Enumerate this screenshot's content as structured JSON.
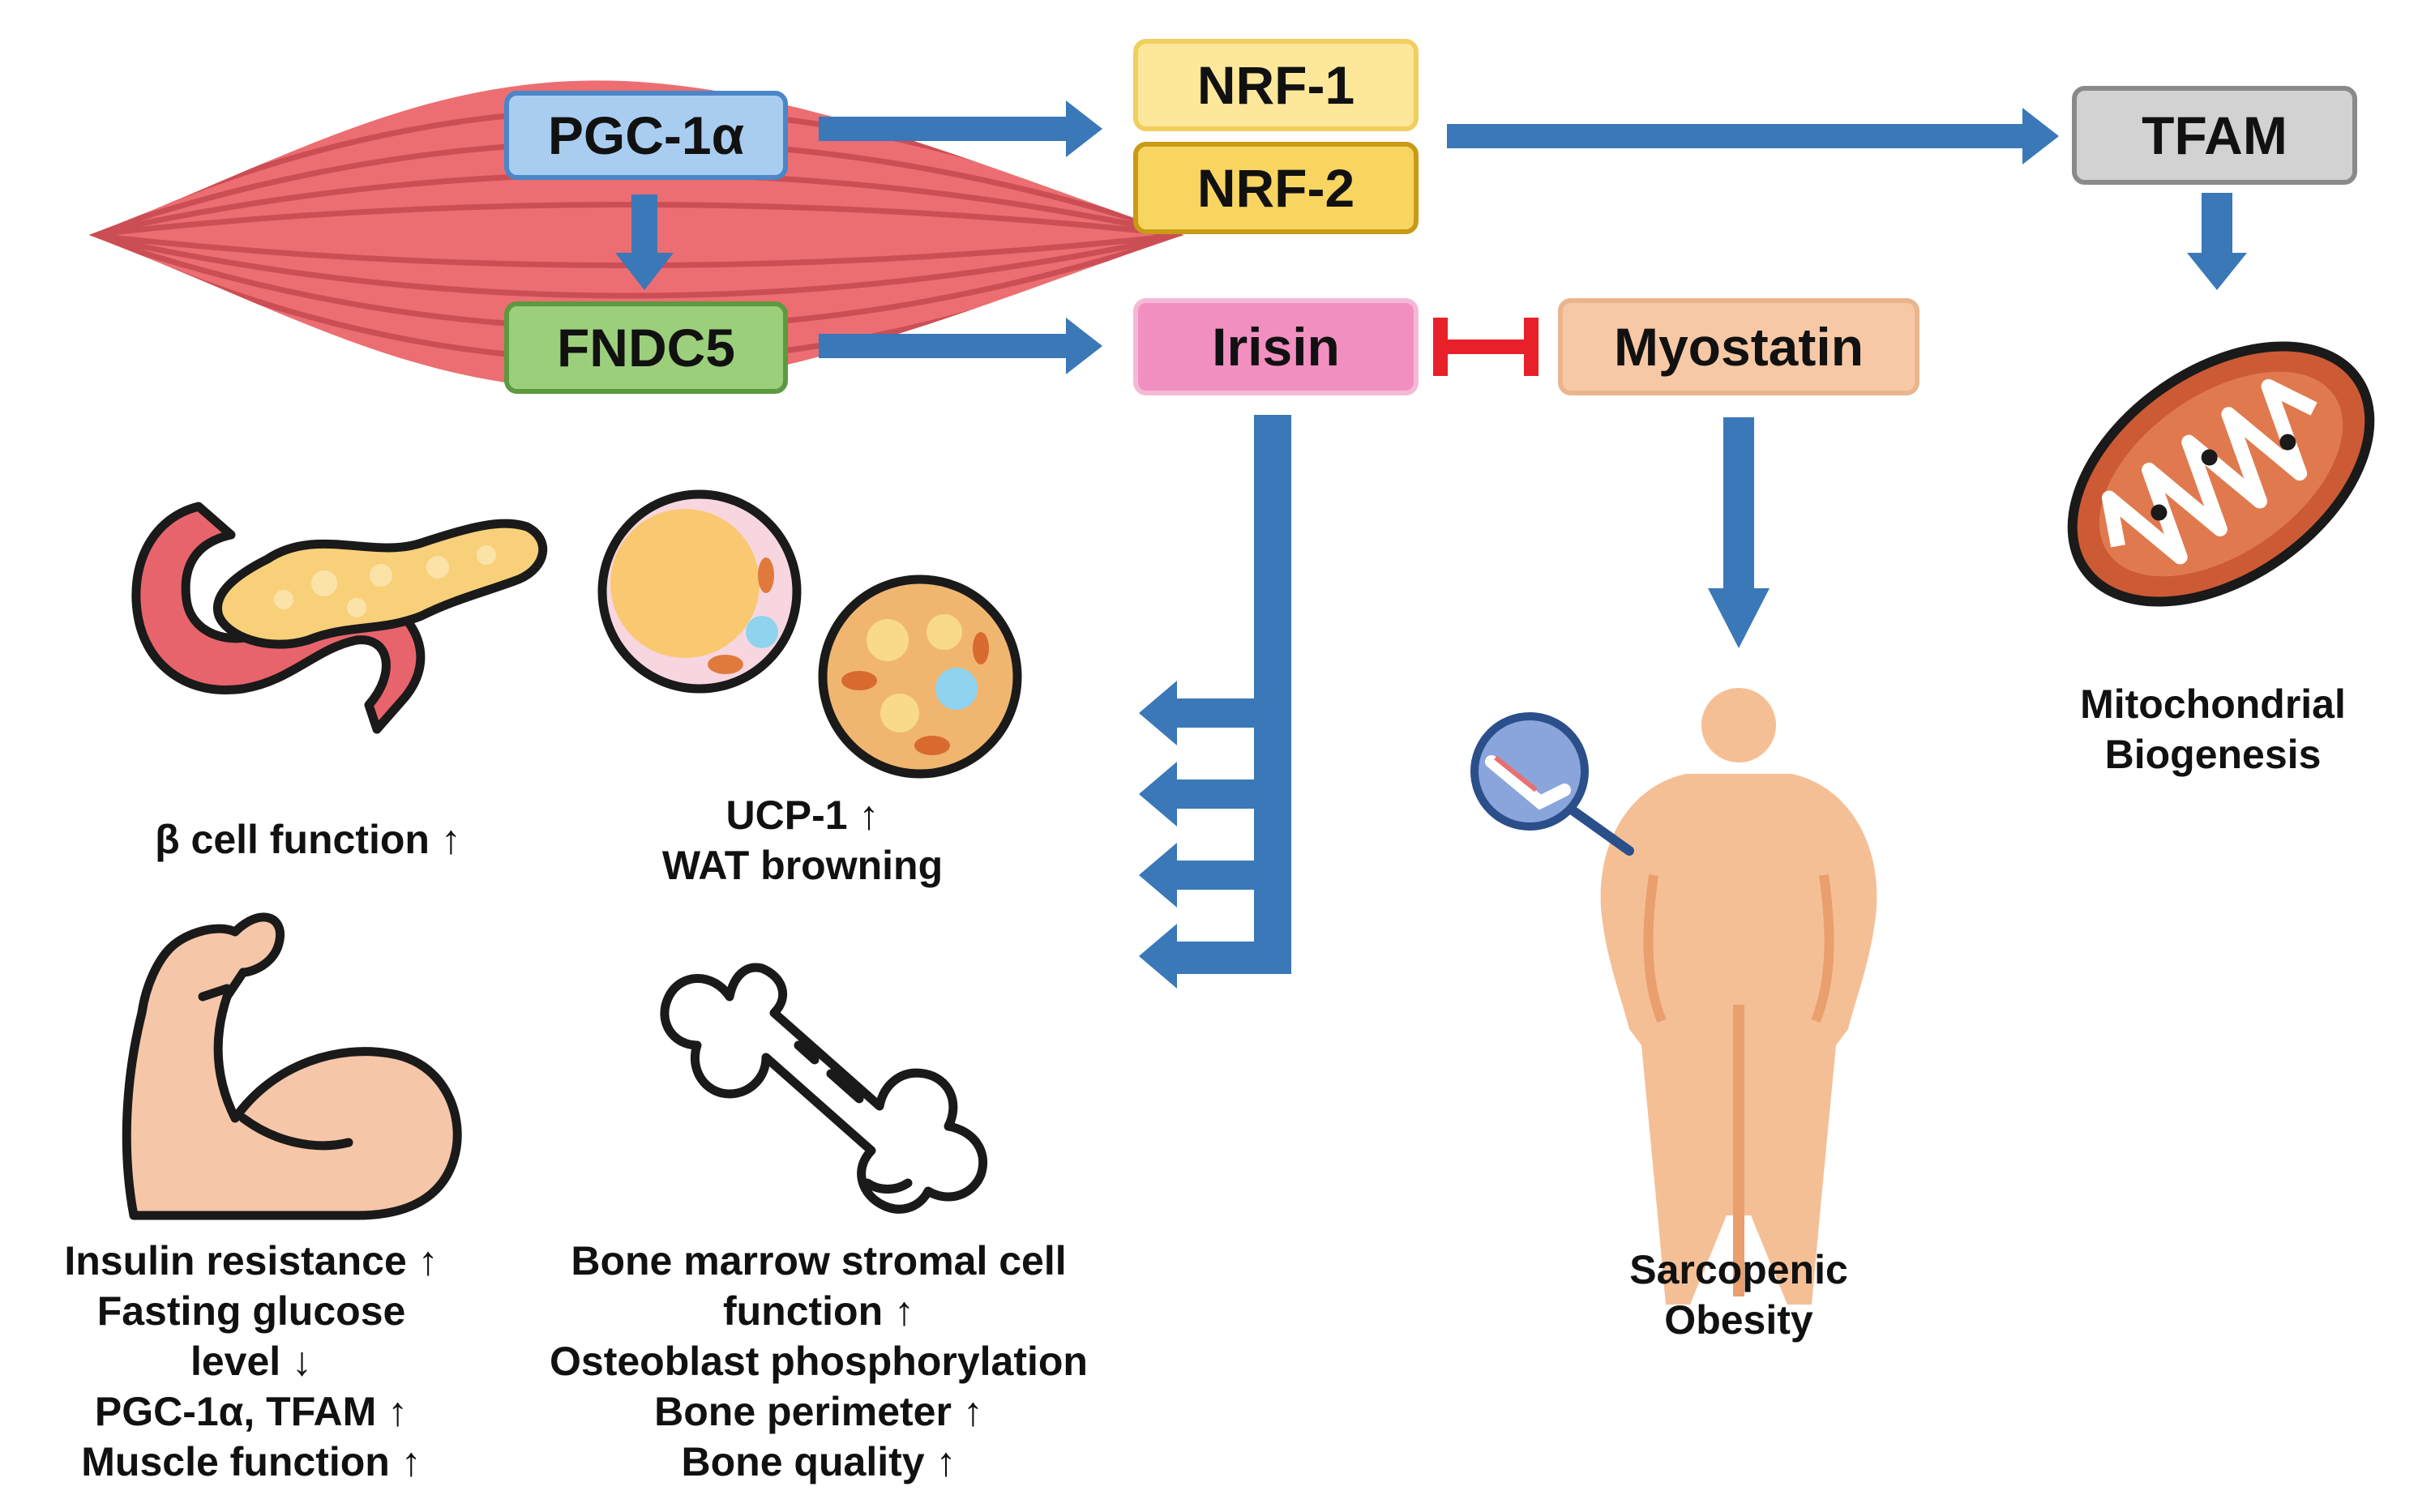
{
  "colors": {
    "arrow": "#3a78b8",
    "inhibit": "#e8202a",
    "muscle": "#ec6e72",
    "muscle_line": "#cc4e55",
    "pgc_fill": "#a9cdf0",
    "pgc_border": "#4a86c8",
    "fndc_fill": "#9ccf7c",
    "fndc_border": "#5c9a3f",
    "nrf1_fill": "#fde79a",
    "nrf1_border": "#f1cf5f",
    "nrf2_fill": "#f8d461",
    "nrf2_border": "#c79b16",
    "tfam_fill": "#d2d2d2",
    "tfam_border": "#8a8a8a",
    "irisin_fill": "#f28fc1",
    "irisin_border": "#f5b9d7",
    "myostatin_fill": "#f7c8a5",
    "myostatin_border": "#eab58d"
  },
  "nodes": {
    "pgc": "PGC-1α",
    "fndc5": "FNDC5",
    "nrf1": "NRF-1",
    "nrf2": "NRF-2",
    "tfam": "TFAM",
    "irisin": "Irisin",
    "myostatin": "Myostatin"
  },
  "icons": {
    "muscle": "muscle-fiber-icon",
    "mitochondria": "mitochondria-icon",
    "pancreas": "pancreas-icon",
    "fat_cells": "fat-cell-icon",
    "bicep": "flexed-bicep-icon",
    "bone": "bone-icon",
    "person": "obese-person-icon",
    "magnifier": "magnifier-icon"
  },
  "captions": {
    "beta_cell": "β cell function ↑",
    "ucp1": [
      "UCP-1 ↑",
      "WAT browning"
    ],
    "insulin": [
      "Insulin resistance ↑",
      "Fasting glucose",
      "level ↓",
      "PGC-1α, TFAM ↑",
      "Muscle function ↑"
    ],
    "bone": [
      "Bone marrow stromal cell",
      "function ↑",
      "Osteoblast phosphorylation",
      "Bone perimeter ↑",
      "Bone quality ↑"
    ],
    "mito": [
      "Mitochondrial",
      "Biogenesis"
    ],
    "sarco": [
      "Sarcopenic",
      "Obesity"
    ]
  }
}
